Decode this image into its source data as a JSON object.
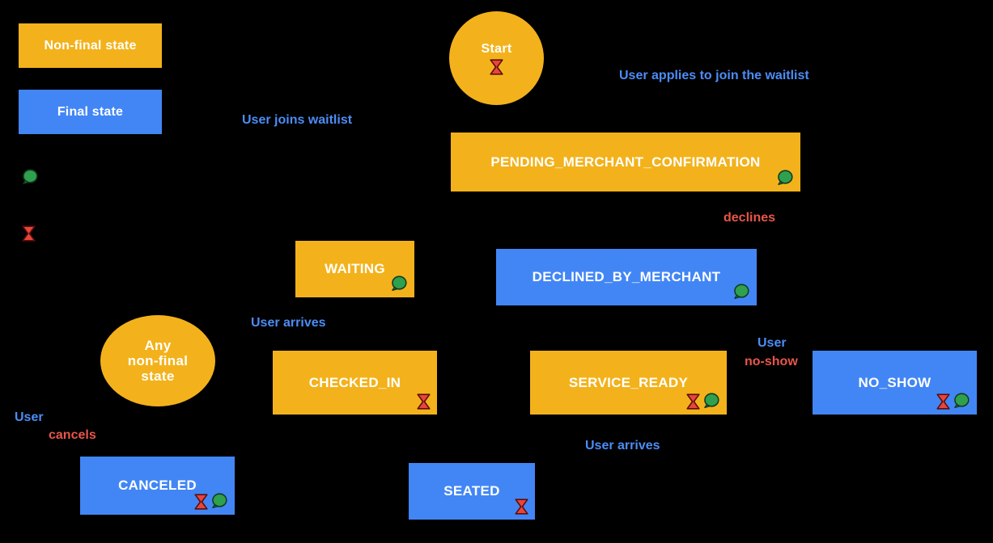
{
  "colors": {
    "background": "#000000",
    "non_final_fill": "#F3B21B",
    "final_fill": "#4286F5",
    "state_text": "#FFFFFF",
    "edge_label_blue": "#4C8DF6",
    "edge_label_red": "#E8564A",
    "green_icon_fill": "#2FA04E",
    "hourglass_icon_fill": "#E8453C"
  },
  "icons": {
    "green": "chat-bubble-icon",
    "red": "hourglass-icon"
  },
  "legend": {
    "non_final_label": "Non-final state",
    "final_label": "Final state"
  },
  "start": {
    "label": "Start"
  },
  "states": {
    "pending": {
      "label": "PENDING_MERCHANT_CONFIRMATION"
    },
    "waiting": {
      "label": "WAITING"
    },
    "declined": {
      "label": "DECLINED_BY_MERCHANT"
    },
    "any_non_final": {
      "label": "Any\nnon-final\nstate"
    },
    "checked_in": {
      "label": "CHECKED_IN"
    },
    "service_ready": {
      "label": "SERVICE_READY"
    },
    "no_show": {
      "label": "NO_SHOW"
    },
    "canceled": {
      "label": "CANCELED"
    },
    "seated": {
      "label": "SEATED"
    }
  },
  "edge_labels": {
    "user_applies": "User applies to join the waitlist",
    "user_joins": "User joins waitlist",
    "declines": "declines",
    "user_arrives_checkin": "User arrives",
    "noshow_line1": "User",
    "noshow_line2": "no-show",
    "cancel_line1": "User",
    "cancel_line2": "cancels",
    "user_arrives_seated": "User arrives"
  }
}
